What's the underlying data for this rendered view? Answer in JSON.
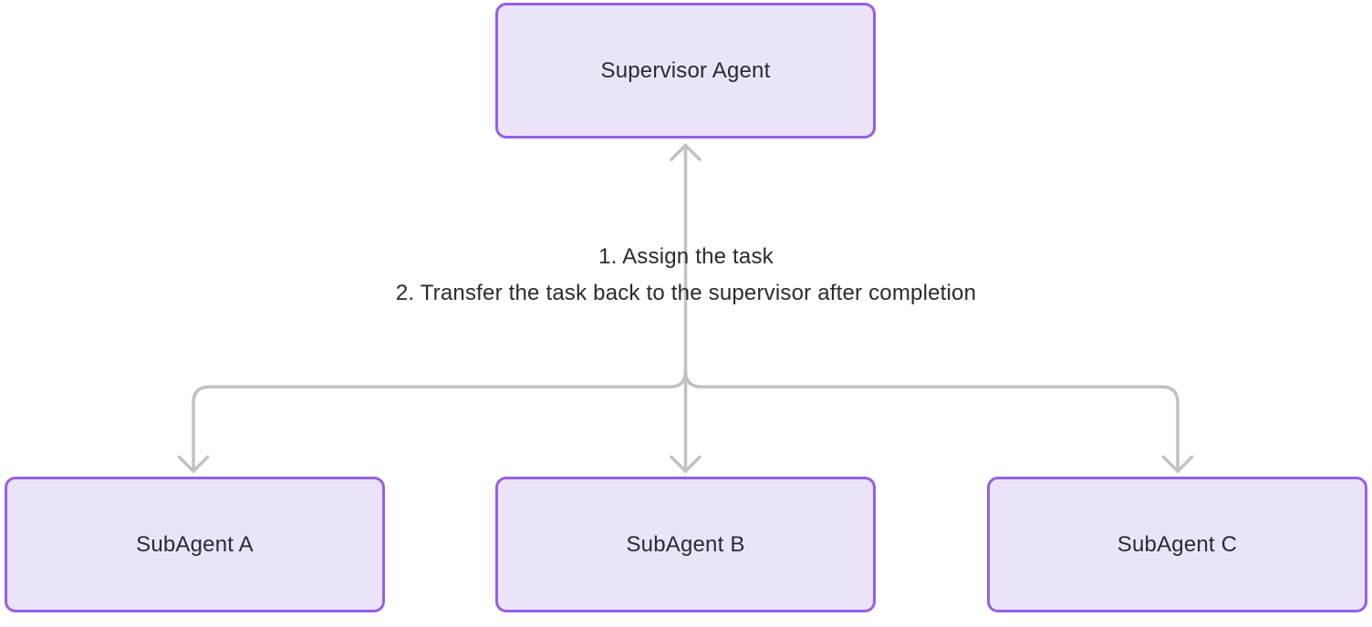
{
  "diagram": {
    "type": "flowchart",
    "orientation": "top-down",
    "nodes": [
      {
        "id": "supervisor",
        "label": "Supervisor Agent"
      },
      {
        "id": "subagent-a",
        "label": "SubAgent A"
      },
      {
        "id": "subagent-b",
        "label": "SubAgent B"
      },
      {
        "id": "subagent-c",
        "label": "SubAgent C"
      }
    ],
    "edges": [
      {
        "from": "subagents",
        "to": "supervisor",
        "direction": "up"
      },
      {
        "from": "supervisor",
        "to": "subagent-a",
        "direction": "down"
      },
      {
        "from": "supervisor",
        "to": "subagent-b",
        "direction": "down"
      },
      {
        "from": "supervisor",
        "to": "subagent-c",
        "direction": "down"
      }
    ],
    "edge_label": {
      "line1": "1. Assign the task",
      "line2": "2. Transfer the task back to the supervisor after completion"
    },
    "colors": {
      "node_fill": "#EBE4F9",
      "node_border": "#965FE6",
      "edge": "#C1C1C6",
      "text": "#2A2A32",
      "background": "#FFFFFF"
    }
  }
}
